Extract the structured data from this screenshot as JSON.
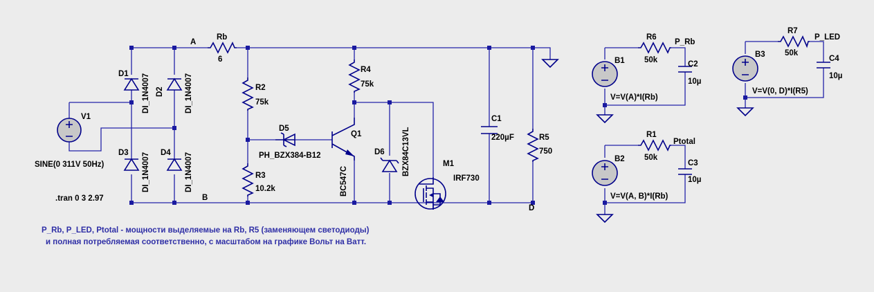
{
  "labels": {
    "D1": "D1",
    "D1_model": "DI_1N4007",
    "D2": "D2",
    "D2_model": "DI_1N4007",
    "D3": "D3",
    "D3_model": "DI_1N4007",
    "D4": "D4",
    "D4_model": "DI_1N4007",
    "V1": "V1",
    "V1_value": "SINE(0 311V 50Hz)",
    "tran": ".tran 0 3 2.97",
    "A": "A",
    "B": "B",
    "D": "D",
    "Rb": "Rb",
    "Rb_value": "6",
    "R2": "R2",
    "R2_value": "75k",
    "R3": "R3",
    "R3_value": "10.2k",
    "D5": "D5",
    "D5_model": "PH_BZX384-B12",
    "R4": "R4",
    "R4_value": "75k",
    "Q1": "Q1",
    "Q1_model": "BC547C",
    "D6": "D6",
    "D6_model": "BZX84C13VL",
    "M1": "M1",
    "M1_model": "IRF730",
    "C1": "C1",
    "C1_value": "220µF",
    "R5": "R5",
    "R5_value": "750",
    "R6": "R6",
    "R6_value": "50k",
    "B1": "B1",
    "P_Rb": "P_Rb",
    "C2": "C2",
    "C2_value": "10µ",
    "B1_expr": "V=V(A)*I(Rb)",
    "R1": "R1",
    "R1_value": "50k",
    "B2": "B2",
    "Ptotal": "Ptotal",
    "C3": "C3",
    "C3_value": "10µ",
    "B2_expr": "V=V(A, B)*I(Rb)",
    "R7": "R7",
    "R7_value": "50k",
    "B3": "B3",
    "P_LED": "P_LED",
    "C4": "C4",
    "C4_value": "10µ",
    "B3_expr": "V=V(0, D)*I(R5)"
  },
  "note": {
    "line1": "P_Rb, P_LED, Ptotal - мощности выделяемые на Rb, R5 (заменяющем светодиоды)",
    "line2": "и полная потребляемая соответственно, с масштабом на графике Вольт на Ватт."
  },
  "colors": {
    "wire": "#2323a8",
    "component": "#00008a",
    "note": "#2f2fa6",
    "background": "#ececec"
  }
}
